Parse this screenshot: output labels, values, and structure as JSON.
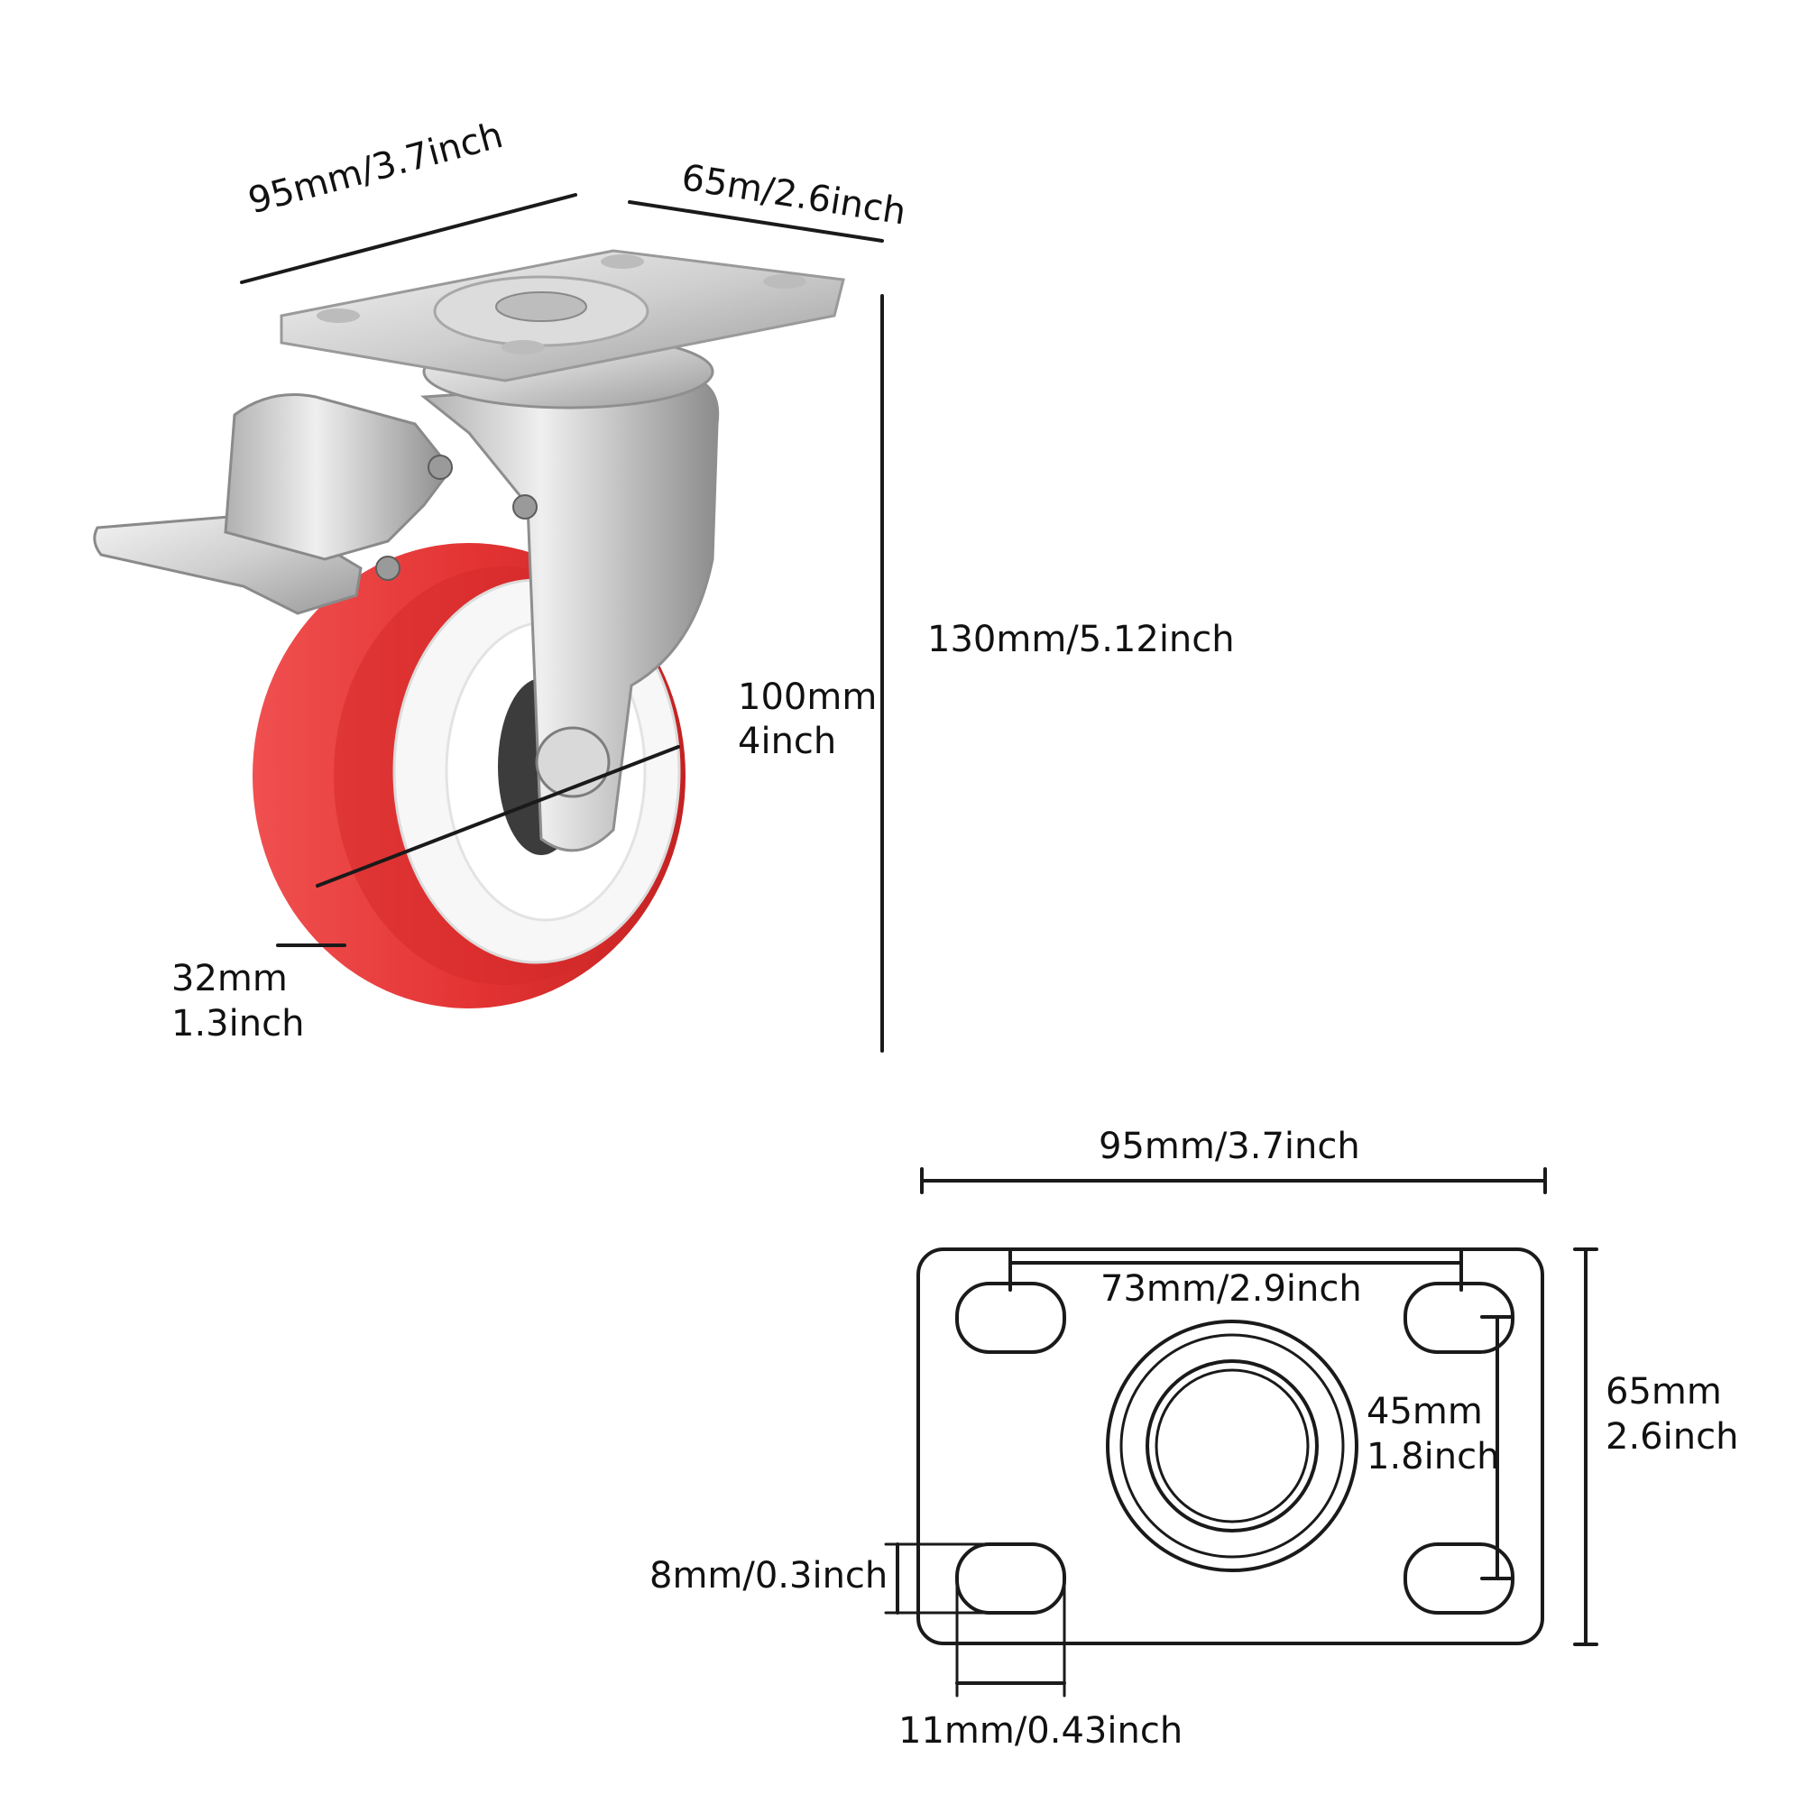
{
  "colors": {
    "ink": "#1a1a1a",
    "steel_light": "#eeeeee",
    "steel_mid": "#c8c8c8",
    "steel_dark": "#8a8a8a",
    "wheel_red": "#e83a3a",
    "wheel_red_dark": "#c92525",
    "hub_white": "#f6f6f6",
    "axle_dark": "#3a3a3a"
  },
  "caster_view": {
    "plate_length": "95mm/3.7inch",
    "plate_width": "65m/2.6inch",
    "total_height": "130mm/5.12inch",
    "wheel_diameter": {
      "mm": "100mm",
      "inch": "4inch"
    },
    "wheel_width": {
      "mm": "32mm",
      "inch": "1.3inch"
    }
  },
  "plate_view": {
    "outer_length": "95mm/3.7inch",
    "hole_spacing_length": "73mm/2.9inch",
    "hole_spacing_width": {
      "mm": "45mm",
      "inch": "1.8inch"
    },
    "outer_width": {
      "mm": "65mm",
      "inch": "2.6inch"
    },
    "slot_height": "8mm/0.3inch",
    "slot_length": "11mm/0.43inch"
  }
}
